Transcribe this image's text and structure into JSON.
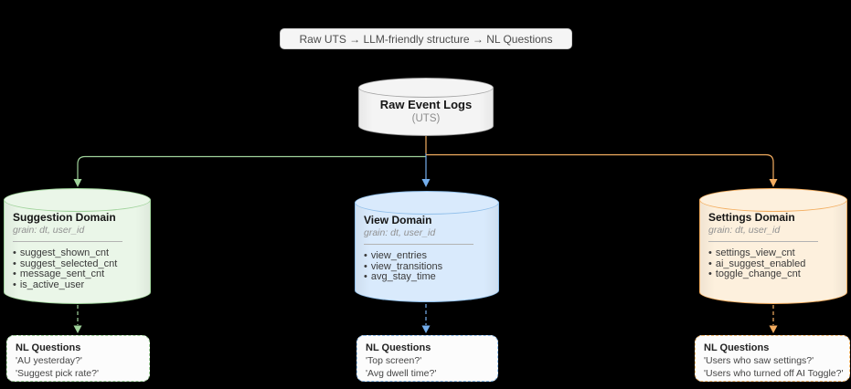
{
  "glyphs": {
    "bullet": "•"
  },
  "banner": {
    "label": "Raw UTS → LLM-friendly structure → NL Questions"
  },
  "source": {
    "title": "Raw Event Logs",
    "subtitle": "(UTS)"
  },
  "colors": {
    "background": "#000000",
    "banner_fill": "#f5f5f5",
    "raw_fill": "#f4f4f4",
    "raw_stroke": "#a3a3a3",
    "green_accent": "#a0d39b",
    "green_fill": "#eaf6e8",
    "blue_accent": "#74aeec",
    "blue_fill": "#d9eafc",
    "orange_accent": "#f4ad60",
    "orange_fill": "#fdf0dd"
  },
  "domains": [
    {
      "title": "Suggestion Domain",
      "grain": "grain: dt, user_id",
      "fields": [
        "suggest_shown_cnt",
        "suggest_selected_cnt",
        "message_sent_cnt",
        "is_active_user"
      ],
      "nl_title": "NL Questions",
      "questions": [
        "'AU yesterday?'",
        "'Suggest pick rate?'"
      ],
      "accent": "#a0d39b"
    },
    {
      "title": "View Domain",
      "grain": "grain: dt, user_id",
      "fields": [
        "view_entries",
        "view_transitions",
        "avg_stay_time"
      ],
      "nl_title": "NL Questions",
      "questions": [
        "'Top screen?'",
        "'Avg dwell time?'"
      ],
      "accent": "#74aeec"
    },
    {
      "title": "Settings Domain",
      "grain": "grain: dt, user_id",
      "fields": [
        "settings_view_cnt",
        "ai_suggest_enabled",
        "toggle_change_cnt"
      ],
      "nl_title": "NL Questions",
      "questions": [
        "'Users who saw settings?'",
        "'Users who turned off AI Toggle?'"
      ],
      "accent": "#f4ad60"
    }
  ]
}
